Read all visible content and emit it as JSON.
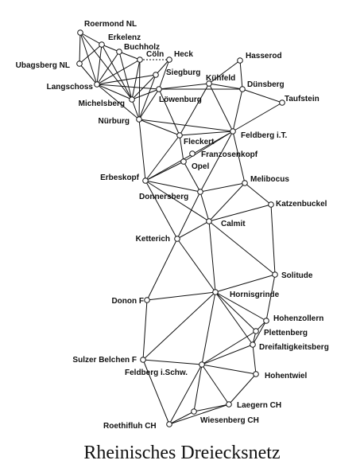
{
  "caption": "Rheinisches Dreiecksnetz",
  "stations": [
    {
      "id": "roermond",
      "name": "Roermond NL"
    },
    {
      "id": "erkelenz",
      "name": "Erkelenz"
    },
    {
      "id": "ubagsberg",
      "name": "Ubagsberg NL"
    },
    {
      "id": "buchholz",
      "name": "Buchholz"
    },
    {
      "id": "coeln",
      "name": "Cöln"
    },
    {
      "id": "heck",
      "name": "Heck"
    },
    {
      "id": "siegburg",
      "name": "Siegburg"
    },
    {
      "id": "langschoss",
      "name": "Langschoss"
    },
    {
      "id": "michelsberg",
      "name": "Michelsberg"
    },
    {
      "id": "nuerburg",
      "name": "Nürburg"
    },
    {
      "id": "hasserod",
      "name": "Hasserod"
    },
    {
      "id": "kuehfeld",
      "name": "Kühfeld"
    },
    {
      "id": "duensberg",
      "name": "Dünsberg"
    },
    {
      "id": "taufstein",
      "name": "Taufstein"
    },
    {
      "id": "loewenburg",
      "name": "Löwenburg"
    },
    {
      "id": "feldberg_it",
      "name": "Feldberg i.T."
    },
    {
      "id": "fleckert",
      "name": "Fleckert"
    },
    {
      "id": "franzosenkopf",
      "name": "Franzosenkopf"
    },
    {
      "id": "opel",
      "name": "Opel"
    },
    {
      "id": "erbeskopf",
      "name": "Erbeskopf"
    },
    {
      "id": "melibocus",
      "name": "Melibocus"
    },
    {
      "id": "donnersberg",
      "name": "Donnersberg"
    },
    {
      "id": "katzenbuckel",
      "name": "Katzenbuckel"
    },
    {
      "id": "calmit",
      "name": "Calmit"
    },
    {
      "id": "ketterich",
      "name": "Ketterich"
    },
    {
      "id": "solitude",
      "name": "Solitude"
    },
    {
      "id": "donon",
      "name": "Donon F"
    },
    {
      "id": "hornisgrinde",
      "name": "Hornisgrinde"
    },
    {
      "id": "hohenzollern",
      "name": "Hohenzollern"
    },
    {
      "id": "plettenberg",
      "name": "Plettenberg"
    },
    {
      "id": "dreifaltigkeitsberg",
      "name": "Dreifaltigkeitsberg"
    },
    {
      "id": "sulzer",
      "name": "Sulzer Belchen F"
    },
    {
      "id": "feldberg_schw",
      "name": "Feldberg i.Schw."
    },
    {
      "id": "hohentwiel",
      "name": "Hohentwiel"
    },
    {
      "id": "laegern",
      "name": "Laegern CH"
    },
    {
      "id": "wiesenberg",
      "name": "Wiesenberg CH"
    },
    {
      "id": "roethifluh",
      "name": "Roethifluh CH"
    }
  ],
  "connections": [
    [
      "roermond",
      "erkelenz"
    ],
    [
      "roermond",
      "ubagsberg"
    ],
    [
      "roermond",
      "langschoss"
    ],
    [
      "roermond",
      "michelsberg"
    ],
    [
      "erkelenz",
      "ubagsberg"
    ],
    [
      "erkelenz",
      "buchholz"
    ],
    [
      "erkelenz",
      "langschoss"
    ],
    [
      "erkelenz",
      "michelsberg"
    ],
    [
      "ubagsberg",
      "langschoss"
    ],
    [
      "buchholz",
      "coeln"
    ],
    [
      "buchholz",
      "langschoss"
    ],
    [
      "buchholz",
      "michelsberg"
    ],
    [
      "coeln",
      "heck",
      "dashed"
    ],
    [
      "coeln",
      "langschoss"
    ],
    [
      "coeln",
      "michelsberg"
    ],
    [
      "coeln",
      "nuerburg"
    ],
    [
      "heck",
      "siegburg"
    ],
    [
      "heck",
      "loewenburg"
    ],
    [
      "siegburg",
      "langschoss"
    ],
    [
      "siegburg",
      "michelsberg"
    ],
    [
      "siegburg",
      "nuerburg"
    ],
    [
      "langschoss",
      "michelsberg"
    ],
    [
      "langschoss",
      "loewenburg"
    ],
    [
      "langschoss",
      "nuerburg"
    ],
    [
      "michelsberg",
      "loewenburg"
    ],
    [
      "michelsberg",
      "nuerburg"
    ],
    [
      "loewenburg",
      "kuehfeld"
    ],
    [
      "loewenburg",
      "duensberg"
    ],
    [
      "loewenburg",
      "nuerburg"
    ],
    [
      "loewenburg",
      "fleckert"
    ],
    [
      "kuehfeld",
      "hasserod"
    ],
    [
      "kuehfeld",
      "duensberg"
    ],
    [
      "kuehfeld",
      "fleckert"
    ],
    [
      "kuehfeld",
      "feldberg_it"
    ],
    [
      "hasserod",
      "duensberg"
    ],
    [
      "duensberg",
      "taufstein"
    ],
    [
      "duensberg",
      "feldberg_it"
    ],
    [
      "taufstein",
      "feldberg_it"
    ],
    [
      "nuerburg",
      "fleckert"
    ],
    [
      "nuerburg",
      "feldberg_it"
    ],
    [
      "nuerburg",
      "erbeskopf"
    ],
    [
      "fleckert",
      "feldberg_it"
    ],
    [
      "fleckert",
      "erbeskopf"
    ],
    [
      "fleckert",
      "opel"
    ],
    [
      "feldberg_it",
      "opel"
    ],
    [
      "feldberg_it",
      "donnersberg"
    ],
    [
      "feldberg_it",
      "melibocus"
    ],
    [
      "feldberg_it",
      "erbeskopf"
    ],
    [
      "opel",
      "erbeskopf"
    ],
    [
      "opel",
      "donnersberg"
    ],
    [
      "erbeskopf",
      "donnersberg"
    ],
    [
      "erbeskopf",
      "calmit"
    ],
    [
      "erbeskopf",
      "ketterich"
    ],
    [
      "donnersberg",
      "melibocus"
    ],
    [
      "donnersberg",
      "calmit"
    ],
    [
      "donnersberg",
      "ketterich"
    ],
    [
      "melibocus",
      "katzenbuckel"
    ],
    [
      "melibocus",
      "calmit"
    ],
    [
      "katzenbuckel",
      "calmit"
    ],
    [
      "katzenbuckel",
      "solitude"
    ],
    [
      "calmit",
      "ketterich"
    ],
    [
      "calmit",
      "hornisgrinde"
    ],
    [
      "calmit",
      "solitude"
    ],
    [
      "ketterich",
      "donon"
    ],
    [
      "ketterich",
      "hornisgrinde"
    ],
    [
      "solitude",
      "hornisgrinde"
    ],
    [
      "solitude",
      "hohenzollern"
    ],
    [
      "donon",
      "hornisgrinde"
    ],
    [
      "donon",
      "sulzer"
    ],
    [
      "hornisgrinde",
      "sulzer"
    ],
    [
      "hornisgrinde",
      "feldberg_schw"
    ],
    [
      "hornisgrinde",
      "hohenzollern"
    ],
    [
      "hornisgrinde",
      "plettenberg"
    ],
    [
      "hornisgrinde",
      "dreifaltigkeitsberg"
    ],
    [
      "hohenzollern",
      "plettenberg"
    ],
    [
      "hohenzollern",
      "dreifaltigkeitsberg"
    ],
    [
      "plettenberg",
      "dreifaltigkeitsberg"
    ],
    [
      "plettenberg",
      "feldberg_schw"
    ],
    [
      "dreifaltigkeitsberg",
      "feldberg_schw"
    ],
    [
      "dreifaltigkeitsberg",
      "hohentwiel"
    ],
    [
      "sulzer",
      "feldberg_schw"
    ],
    [
      "sulzer",
      "roethifluh"
    ],
    [
      "feldberg_schw",
      "hohentwiel"
    ],
    [
      "feldberg_schw",
      "laegern"
    ],
    [
      "feldberg_schw",
      "wiesenberg"
    ],
    [
      "feldberg_schw",
      "roethifluh"
    ],
    [
      "hohentwiel",
      "laegern"
    ],
    [
      "laegern",
      "wiesenberg"
    ],
    [
      "laegern",
      "roethifluh"
    ],
    [
      "wiesenberg",
      "roethifluh"
    ]
  ]
}
